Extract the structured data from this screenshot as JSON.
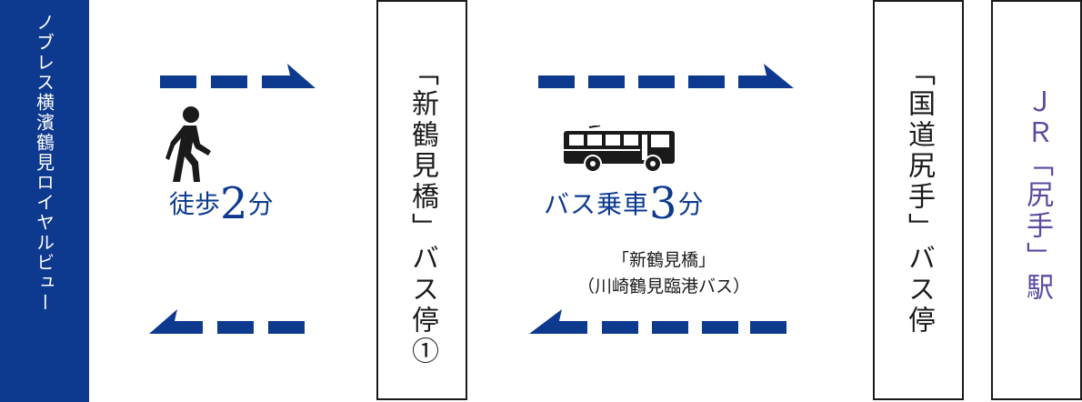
{
  "origin": {
    "name": "ノブレス横濱鶴見ロイヤルビュー"
  },
  "walk": {
    "mode": "徒歩",
    "minutes": "2",
    "unit": "分"
  },
  "stop1": {
    "name": "「新鶴見橋」バス停①"
  },
  "bus": {
    "mode": "バス乗車",
    "minutes": "3",
    "unit": "分",
    "stop_name": "「新鶴見橋」",
    "route": "（川崎鶴見臨港バス）"
  },
  "stop2": {
    "name": "「国道尻手」バス停"
  },
  "station": {
    "name": "ＪＲ「尻手」駅"
  },
  "colors": {
    "navy": "#0d3a8f",
    "station_text": "#5a4aa0"
  },
  "icons": [
    "walking-person-icon",
    "bus-icon"
  ]
}
